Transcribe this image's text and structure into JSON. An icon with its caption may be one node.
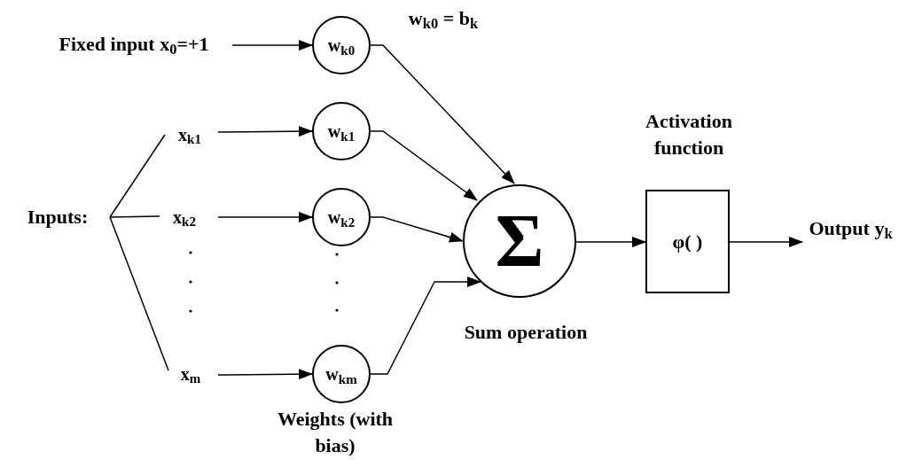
{
  "diagram": {
    "nodes": [
      {
        "text": [
          "Fixed input x$_{0}$=+1"
        ]
      },
      {
        "text": [
          "Inputs:"
        ]
      },
      {
        "text": [
          "x$_{k1}$"
        ]
      },
      {
        "text": [
          "x$_{k2}$"
        ]
      },
      {
        "text": [
          "x$_{m}$"
        ]
      },
      {
        "text": [
          "w$_{k0}$"
        ],
        "beside": [
          "w$_{k0}$ = b$_{k}$"
        ]
      },
      {
        "text": [
          "w$_{k1}$"
        ]
      },
      {
        "text": [
          "w$_{k2}$"
        ]
      },
      {
        "text": [
          "w$_{km}$"
        ],
        "beside": [
          "Weights (with bias)"
        ]
      },
      {
        "text": [
          "Σ"
        ],
        "beside": [
          "Sum operation"
        ]
      },
      {
        "text": [
          "φ( )"
        ],
        "beside": [
          "Activation function"
        ]
      },
      {
        "text": [
          "Output y$_{k}$"
        ]
      }
    ],
    "edges": [
      {
        "from": 0,
        "to": 5,
        "arrow": "to"
      },
      {
        "from": 1,
        "to": 2,
        "arrow": "none"
      },
      {
        "from": 1,
        "to": 3,
        "arrow": "none"
      },
      {
        "from": 1,
        "to": 4,
        "arrow": "none"
      },
      {
        "from": 2,
        "to": 6,
        "arrow": "to"
      },
      {
        "from": 3,
        "to": 7,
        "arrow": "to"
      },
      {
        "from": 4,
        "to": 8,
        "arrow": "to"
      },
      {
        "from": 5,
        "to": 9,
        "arrow": "to"
      },
      {
        "from": 6,
        "to": 9,
        "arrow": "to"
      },
      {
        "from": 7,
        "to": 9,
        "arrow": "to"
      },
      {
        "from": 8,
        "to": 9,
        "arrow": "to"
      },
      {
        "from": 9,
        "to": 10,
        "arrow": "to"
      },
      {
        "from": 10,
        "to": 11,
        "arrow": "to"
      }
    ]
  }
}
